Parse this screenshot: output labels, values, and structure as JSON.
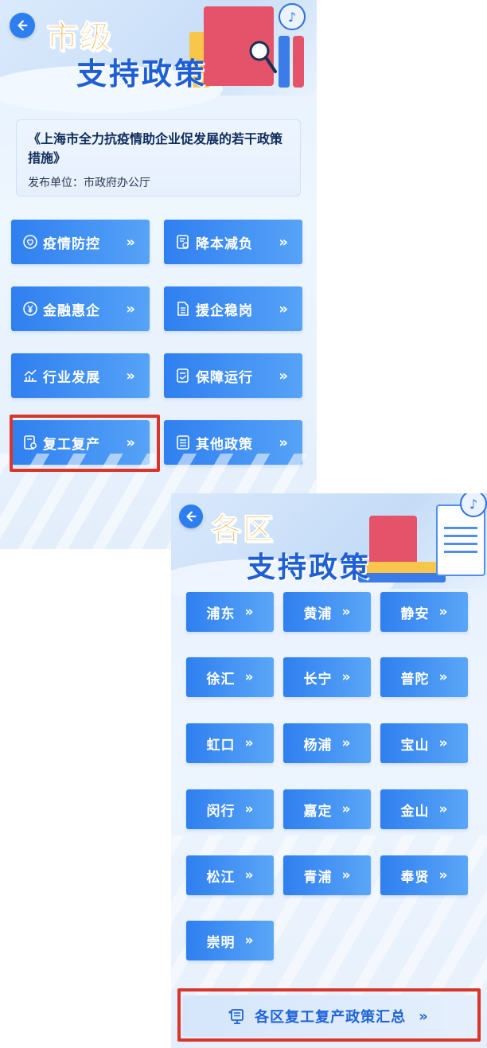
{
  "city": {
    "hero": {
      "title_line1": "市级",
      "title_line2": "支持政策"
    },
    "policy_card": {
      "title": "《上海市全力抗疫情助企业促发展的若干政策措施》",
      "issuer": "发布单位：市政府办公厅"
    },
    "categories": [
      {
        "label": "疫情防控",
        "icon": "heart-plus-icon"
      },
      {
        "label": "降本减负",
        "icon": "document-yuan-icon"
      },
      {
        "label": "金融惠企",
        "icon": "yuan-circle-icon"
      },
      {
        "label": "援企稳岗",
        "icon": "list-check-icon"
      },
      {
        "label": "行业发展",
        "icon": "chart-up-icon"
      },
      {
        "label": "保障运行",
        "icon": "doc-edit-icon"
      },
      {
        "label": "复工复产",
        "icon": "doc-gear-icon"
      },
      {
        "label": "其他政策",
        "icon": "doc-list-icon"
      }
    ],
    "chevron": "»"
  },
  "district": {
    "hero": {
      "title_line1": "各区",
      "title_line2": "支持政策"
    },
    "districts": [
      "浦东",
      "黄浦",
      "静安",
      "徐汇",
      "长宁",
      "普陀",
      "虹口",
      "杨浦",
      "宝山",
      "闵行",
      "嘉定",
      "金山",
      "松江",
      "青浦",
      "奉贤",
      "崇明"
    ],
    "summary_label": "各区复工复产政策汇总",
    "chevron": "»"
  },
  "colors": {
    "button_start": "#2f7ff0",
    "button_end": "#56a3f7",
    "title_orange": "#f6a623",
    "title_blue": "#1e5fd6",
    "highlight": "#d9352a"
  }
}
